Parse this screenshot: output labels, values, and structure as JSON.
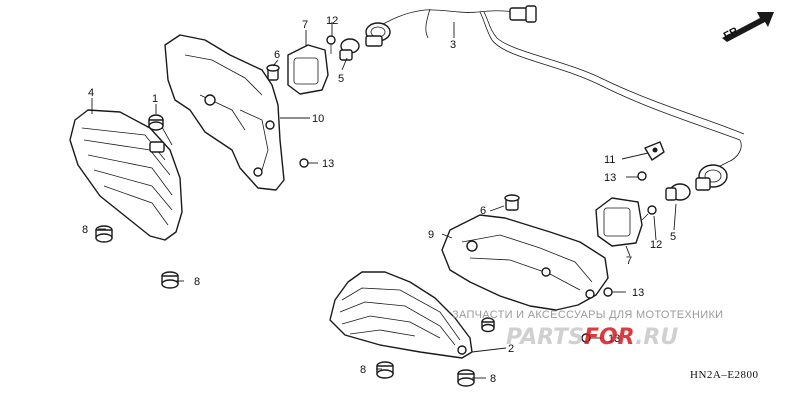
{
  "diagram": {
    "code": "HN2A–E2800",
    "direction_label": "FR.",
    "callouts": {
      "c1": "1",
      "c2": "2",
      "c3": "3",
      "c4": "4",
      "c5a": "5",
      "c5b": "5",
      "c6a": "6",
      "c6b": "6",
      "c7a": "7",
      "c7b": "7",
      "c8a": "8",
      "c8b": "8",
      "c8c": "8",
      "c8d": "8",
      "c9": "9",
      "c10": "10",
      "c11": "11",
      "c12a": "12",
      "c12b": "12",
      "c13a": "13",
      "c13b": "13",
      "c13c": "13",
      "c13d": "13"
    }
  },
  "watermark": {
    "caption": "ЗАПЧАСТИ И АКСЕССУАРЫ ДЛЯ МОТОТЕХНИКИ",
    "logo_part1": "PARTS",
    "logo_part2": "FOR",
    "logo_part3": ".RU"
  }
}
